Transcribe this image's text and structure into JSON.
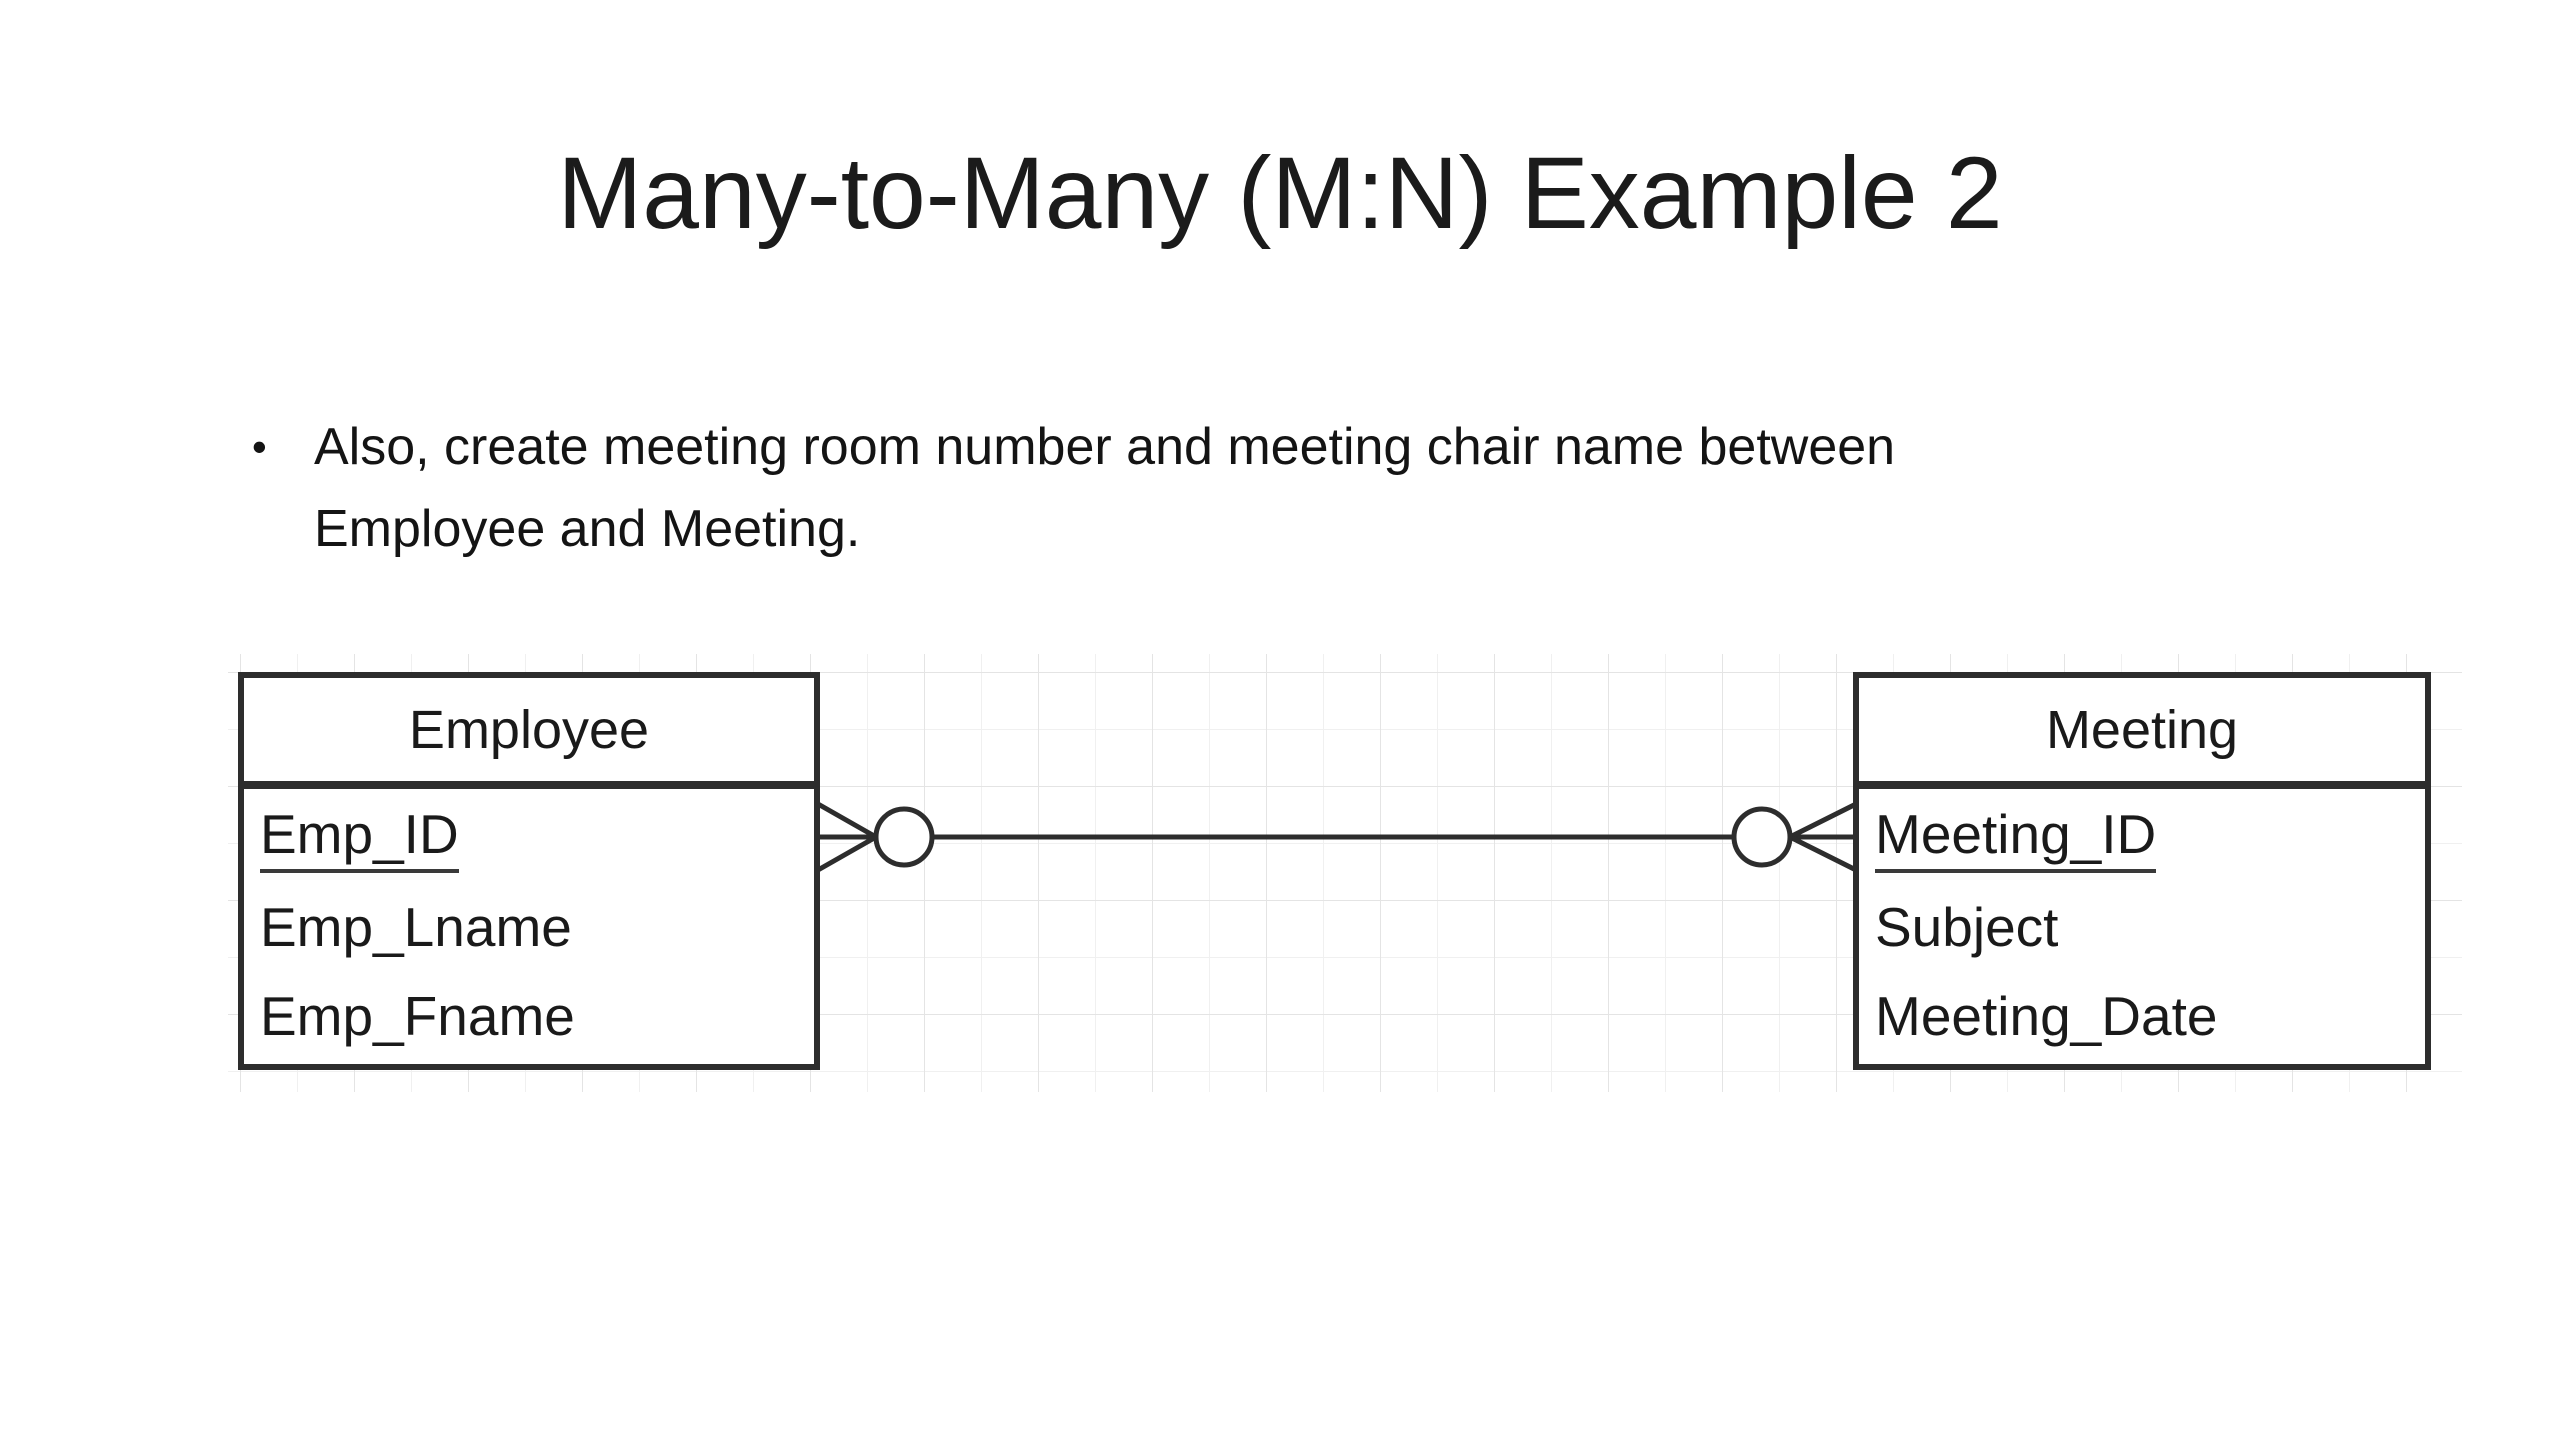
{
  "slide": {
    "title": "Many-to-Many (M:N) Example 2",
    "bullet": {
      "marker": "•",
      "line1": "Also, create meeting room number and meeting chair name between",
      "line2": "Employee and Meeting."
    }
  },
  "diagram": {
    "entities": [
      {
        "name": "Employee",
        "attributes": [
          {
            "label": "Emp_ID",
            "primary_key": true
          },
          {
            "label": "Emp_Lname",
            "primary_key": false
          },
          {
            "label": "Emp_Fname",
            "primary_key": false
          }
        ]
      },
      {
        "name": "Meeting",
        "attributes": [
          {
            "label": "Meeting_ID",
            "primary_key": true
          },
          {
            "label": "Subject",
            "primary_key": false
          },
          {
            "label": "Meeting_Date",
            "primary_key": false
          }
        ]
      }
    ],
    "relationship": {
      "type": "many-to-many",
      "notation": "crow-foot",
      "left_cardinality": "zero-or-many",
      "right_cardinality": "zero-or-many"
    },
    "colors": {
      "stroke": "#2d2d2d",
      "grid_minor": "#f0f0f0",
      "grid_major": "#e4e4e4",
      "background": "#ffffff"
    }
  }
}
